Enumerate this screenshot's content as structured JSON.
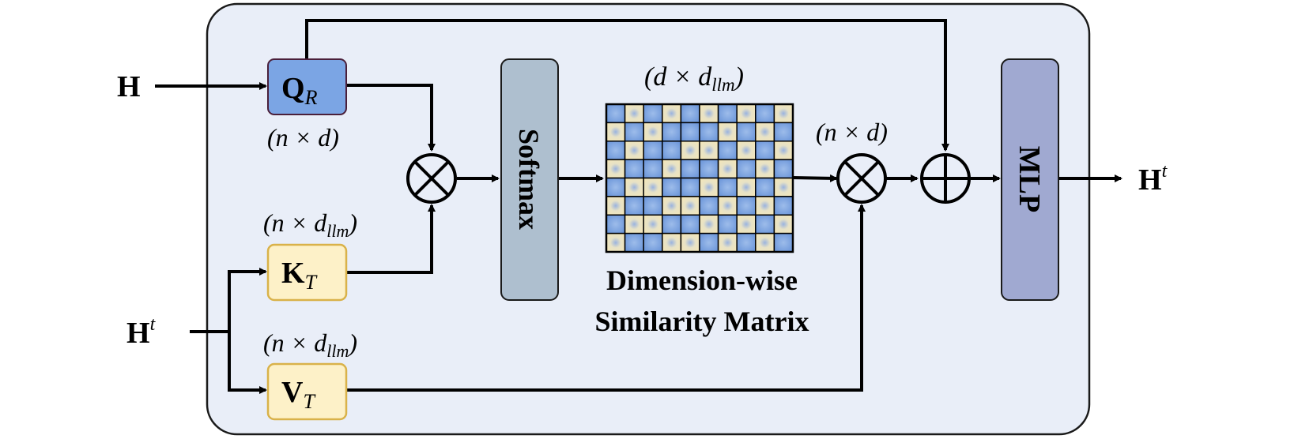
{
  "colors": {
    "panel_fill": "#e9eef8",
    "panel_stroke": "#1a1a1a",
    "query_fill": "#7ba5e4",
    "query_stroke": "#4a1f3a",
    "key_value_fill": "#fdf1c8",
    "key_value_stroke": "#d9b24a",
    "softmax_fill": "#aebfcf",
    "mlp_fill": "#a0a9d1",
    "matrix_blue": "#7aa2e0",
    "matrix_yellow": "#f6e7b5"
  },
  "inputs": {
    "h": {
      "base": "H",
      "sup": ""
    },
    "ht": {
      "base": "H",
      "sup": "t"
    }
  },
  "output": {
    "base": "H",
    "sup": "t"
  },
  "blocks": {
    "query": {
      "base": "Q",
      "sub": "R",
      "dim": "(n × d)"
    },
    "key": {
      "base": "K",
      "sub": "T",
      "dim_prefix": "(n × d",
      "dim_sub": "llm",
      "dim_suffix": ")"
    },
    "value": {
      "base": "V",
      "sub": "T",
      "dim_prefix": "(n × d",
      "dim_sub": "llm",
      "dim_suffix": ")"
    },
    "softmax": {
      "label": "Softmax"
    },
    "mlp": {
      "label": "MLP"
    }
  },
  "matrix": {
    "dim_prefix": "(d × d",
    "dim_sub": "llm",
    "dim_suffix": ")",
    "caption_line1": "Dimension-wise",
    "caption_line2": "Similarity Matrix",
    "rows": 8,
    "cols": 10
  },
  "second_product": {
    "dim": "(n × d)"
  },
  "operators": {
    "multiply_symbol": "⊗",
    "add_symbol": "⊕"
  }
}
